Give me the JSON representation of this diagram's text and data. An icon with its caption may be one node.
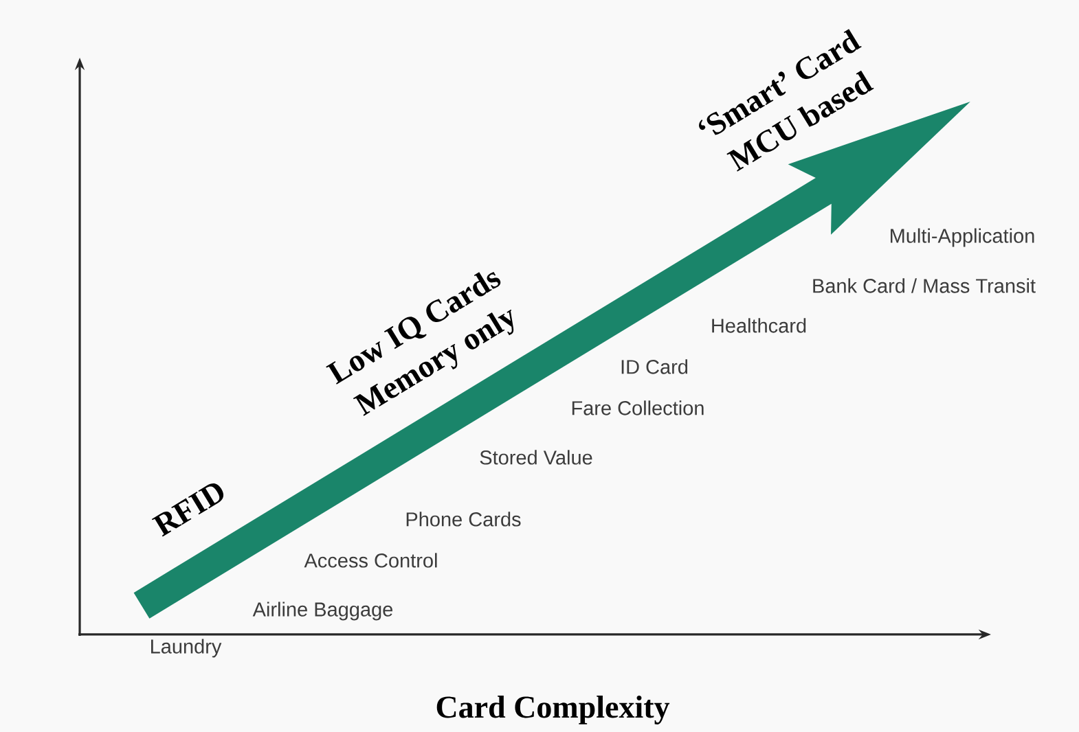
{
  "diagram": {
    "labels": [
      "‘Smart’ Card",
      "MCU based",
      "Multi-Application",
      "Bank Card / Mass Transit",
      "Low IQ Cards",
      "Healthcard",
      "Memory only",
      "ID Card",
      "Fare Collection",
      "Stored Value",
      "RFID",
      "Phone Cards",
      "Access Control",
      "Airline Baggage",
      "Laundry",
      "Card Complexity"
    ]
  }
}
